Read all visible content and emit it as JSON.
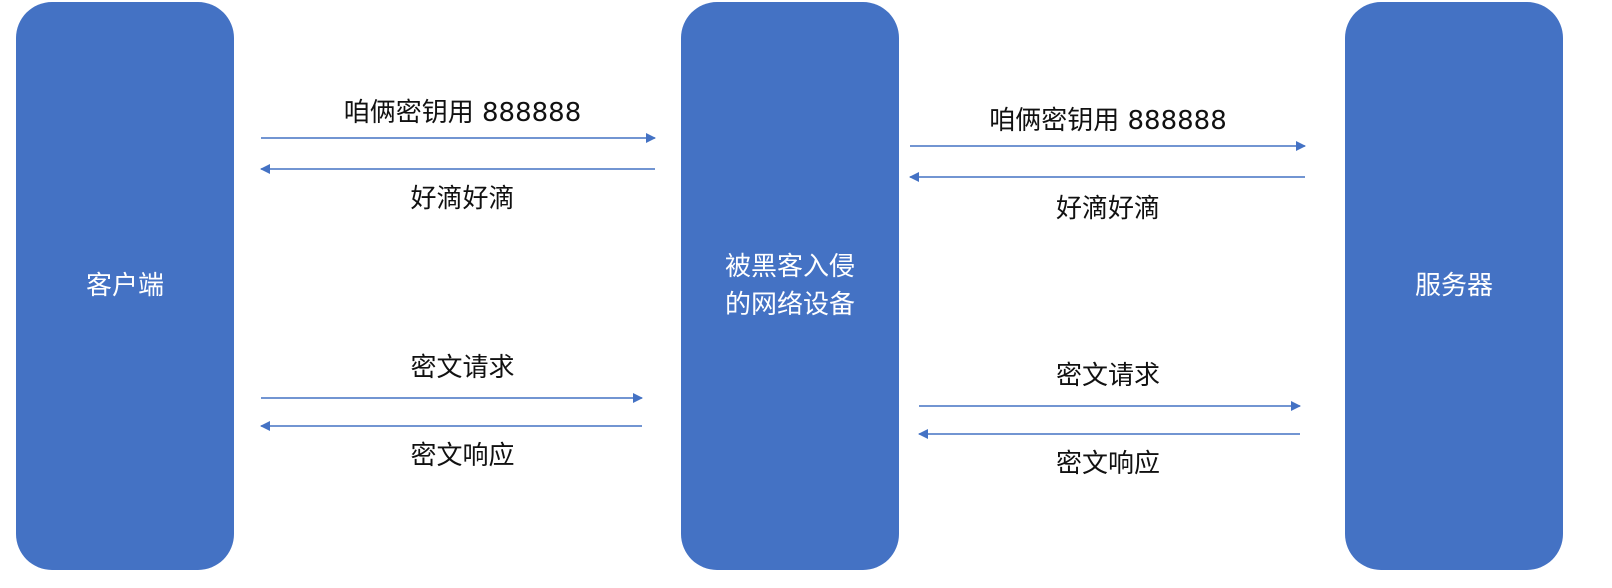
{
  "nodes": {
    "client": "客户端",
    "middle": "被黑客入侵\n的网络设备",
    "server": "服务器"
  },
  "messages": {
    "left": {
      "key_request": "咱俩密钥用 888888",
      "key_reply": "好滴好滴",
      "cipher_request": "密文请求",
      "cipher_response": "密文响应"
    },
    "right": {
      "key_request": "咱俩密钥用 888888",
      "key_reply": "好滴好滴",
      "cipher_request": "密文请求",
      "cipher_response": "密文响应"
    }
  },
  "colors": {
    "node_fill": "#4472c4",
    "arrow": "#4472c4"
  }
}
